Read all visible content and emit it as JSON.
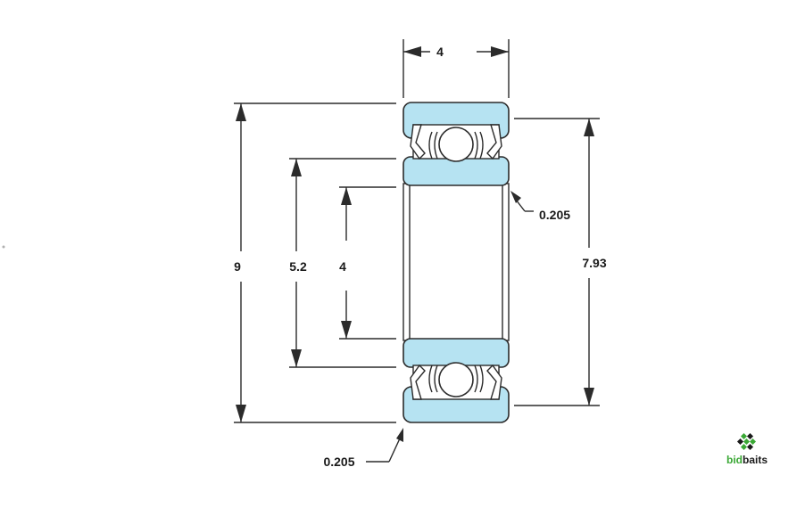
{
  "dimensions": {
    "width_top": "4",
    "outer_diameter": "9",
    "inner_groove_diameter": "5.2",
    "bore_diameter": "4",
    "shoulder_diameter": "7.93",
    "chamfer_outer": "0.205",
    "chamfer_inner": "0.205"
  },
  "logo": {
    "prefix": "bid",
    "suffix": "baits",
    "prefix_color": "#3aa835",
    "suffix_color": "#1a1a1a"
  },
  "colors": {
    "ring_fill": "#b6e3f2",
    "line": "#2b2b2b"
  }
}
